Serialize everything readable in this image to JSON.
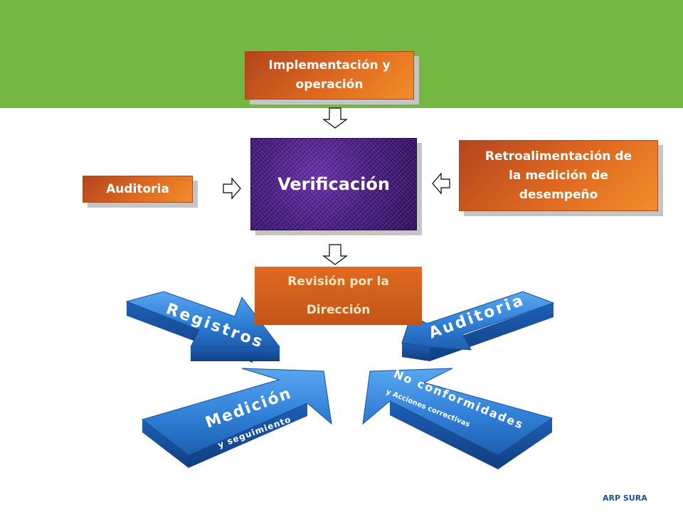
{
  "boxes": {
    "implementacion_line1": "Implementación y",
    "implementacion_line2": "operación",
    "verificacion": "Verificación",
    "auditoria_left": "Auditoria",
    "retro_line1": "Retroalimentación de",
    "retro_line2": "la medición de",
    "retro_line3": "desempeño",
    "revision_line1": "Revisión por la",
    "revision_line2": "Dirección"
  },
  "arrows": {
    "registros": "Registros",
    "auditoria": "Auditoria",
    "medicion": "Medición",
    "medicion_sub": "y seguimiento",
    "noconf": "No conformidades",
    "noconf_sub": "y Acciones correctivas"
  },
  "footer": "ARP SURA",
  "colors": {
    "band": "#74b843",
    "orange": "#df6a20",
    "purple": "#4a1c86",
    "arrow_blue": "#2f7fd6",
    "footer_text": "#1f4f8f"
  }
}
